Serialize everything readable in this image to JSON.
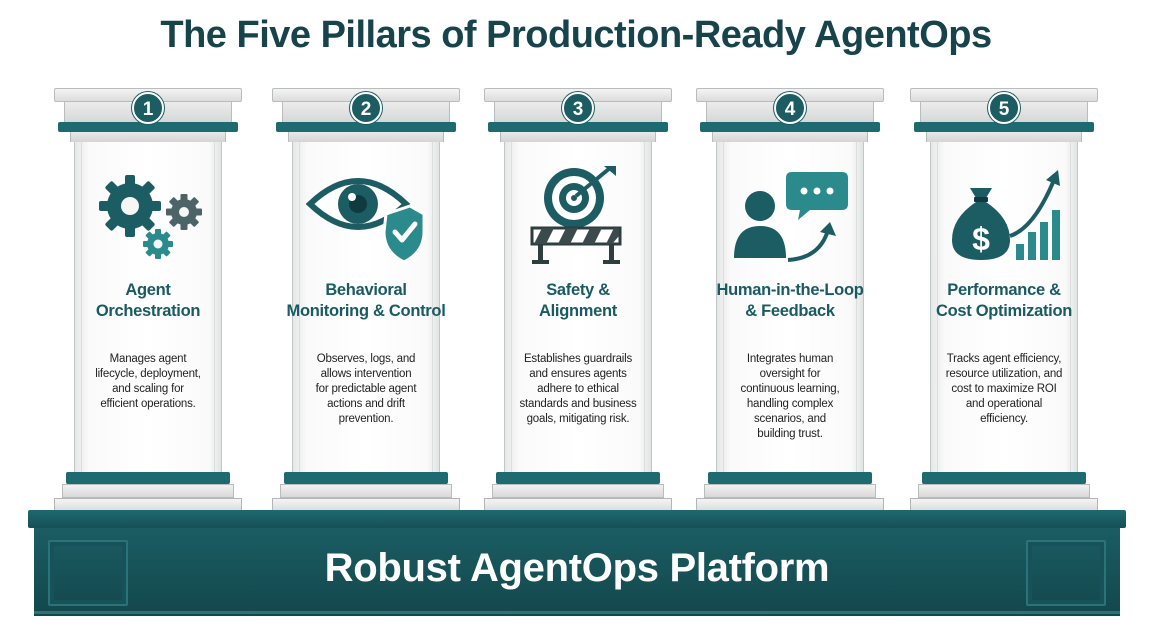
{
  "title": "The Five Pillars of Production-Ready AgentOps",
  "pillars": [
    {
      "number": "1",
      "icon": "gears-icon",
      "title_lines": [
        "Agent",
        "Orchestration"
      ],
      "desc_lines": [
        "Manages agent",
        "lifecycle, deployment,",
        "and scaling for",
        "efficient operations."
      ]
    },
    {
      "number": "2",
      "icon": "eye-shield-icon",
      "title_lines": [
        "Behavioral",
        "Monitoring & Control"
      ],
      "desc_lines": [
        "Observes, logs, and",
        "allows intervention",
        "for predictable agent",
        "actions and drift",
        "prevention."
      ]
    },
    {
      "number": "3",
      "icon": "target-barrier-icon",
      "title_lines": [
        "Safety &",
        "Alignment"
      ],
      "desc_lines": [
        "Establishes guardrails",
        "and ensures agents",
        "adhere to ethical",
        "standards and business",
        "goals, mitigating risk."
      ]
    },
    {
      "number": "4",
      "icon": "person-chat-icon",
      "title_lines": [
        "Human-in-the-Loop",
        "& Feedback"
      ],
      "desc_lines": [
        "Integrates human",
        "oversight for",
        "continuous learning,",
        "handling complex",
        "scenarios, and",
        "building trust."
      ]
    },
    {
      "number": "5",
      "icon": "money-growth-icon",
      "title_lines": [
        "Performance &",
        "Cost Optimization"
      ],
      "desc_lines": [
        "Tracks agent efficiency,",
        "resource utilization, and",
        "cost to maximize ROI",
        "and operational",
        "efficiency."
      ]
    }
  ],
  "platform": {
    "label": "Robust AgentOps Platform"
  },
  "colors": {
    "teal_dark": "#17434b",
    "teal": "#1d6a70",
    "teal_light": "#2b8a8c"
  }
}
